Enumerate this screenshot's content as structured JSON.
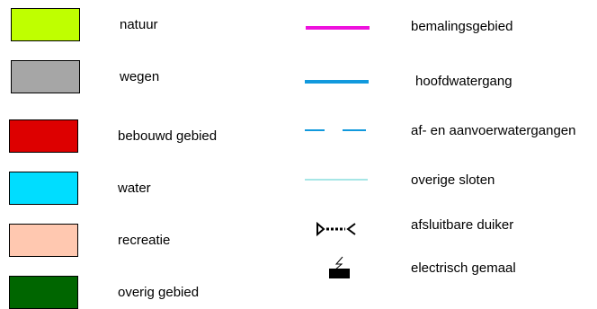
{
  "legend": {
    "areas": [
      {
        "label": "natuur",
        "color": "#bfff00"
      },
      {
        "label": "wegen",
        "color": "#a6a6a6"
      },
      {
        "label": "bebouwd gebied",
        "color": "#dd0000"
      },
      {
        "label": "water",
        "color": "#00ddff"
      },
      {
        "label": "recreatie",
        "color": "#ffc8b0"
      },
      {
        "label": "overig gebied",
        "color": "#006600"
      }
    ],
    "lines": [
      {
        "label": "bemalingsgebied",
        "icon": "magenta-solid-line-icon",
        "color": "#ee11dd"
      },
      {
        "label": "hoofdwatergang",
        "icon": "thick-blue-line-icon",
        "color": "#1199dd"
      },
      {
        "label": "af- en aanvoerwatergangen",
        "icon": "dashed-blue-line-icon",
        "color": "#1199dd"
      },
      {
        "label": "overige sloten",
        "icon": "thin-light-blue-line-icon",
        "color": "#88dddd"
      }
    ],
    "symbols": [
      {
        "label": "afsluitbare duiker",
        "icon": "culvert-icon"
      },
      {
        "label": "electrisch gemaal",
        "icon": "electric-pump-icon"
      }
    ]
  }
}
